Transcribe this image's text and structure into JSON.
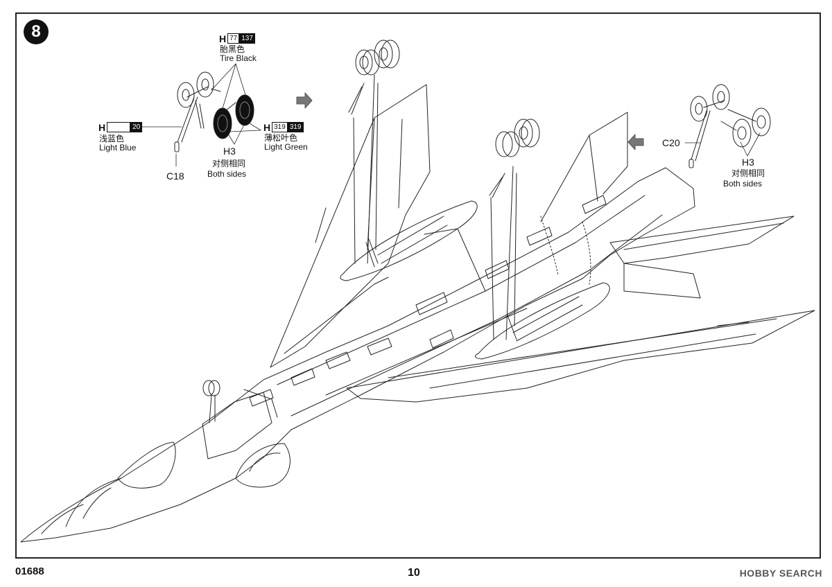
{
  "step_number": "8",
  "callouts": {
    "tire": {
      "prefix": "H",
      "code_a": "77",
      "code_b": "137",
      "cn": "胎黑色",
      "en": "Tire Black"
    },
    "blue": {
      "prefix": "H",
      "code_b": "20",
      "cn": "浅蓝色",
      "en": "Light Blue"
    },
    "green": {
      "prefix": "H",
      "code_a": "319",
      "code_b": "319",
      "cn": "薄松叶色",
      "en": "Light Green"
    },
    "h3_left": {
      "part": "H3",
      "cn": "对侧相同",
      "en": "Both sides"
    },
    "c18": {
      "part": "C18"
    },
    "c20": {
      "part": "C20"
    },
    "h3_right": {
      "part": "H3",
      "cn": "对侧相同",
      "en": "Both sides"
    }
  },
  "footer": {
    "model_number": "01688",
    "page_number": "10",
    "watermark": "HOBBY SEARCH"
  },
  "colors": {
    "line": "#222222",
    "paint_black": "#111111"
  }
}
